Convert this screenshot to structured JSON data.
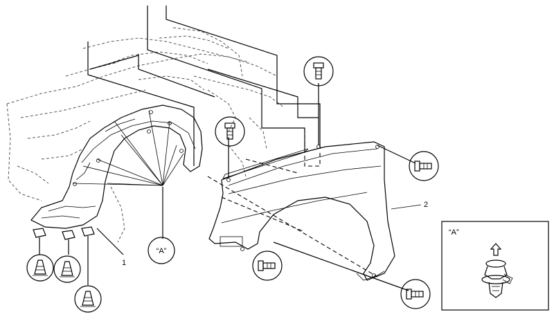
{
  "callouts": {
    "part_1": "1",
    "part_2": "2",
    "view_a_circle": "“A”",
    "view_a_box": "“A”"
  },
  "icons": {
    "bolt": "bolt-icon",
    "torque": "torque-cone-icon",
    "clip": "push-clip-icon"
  }
}
